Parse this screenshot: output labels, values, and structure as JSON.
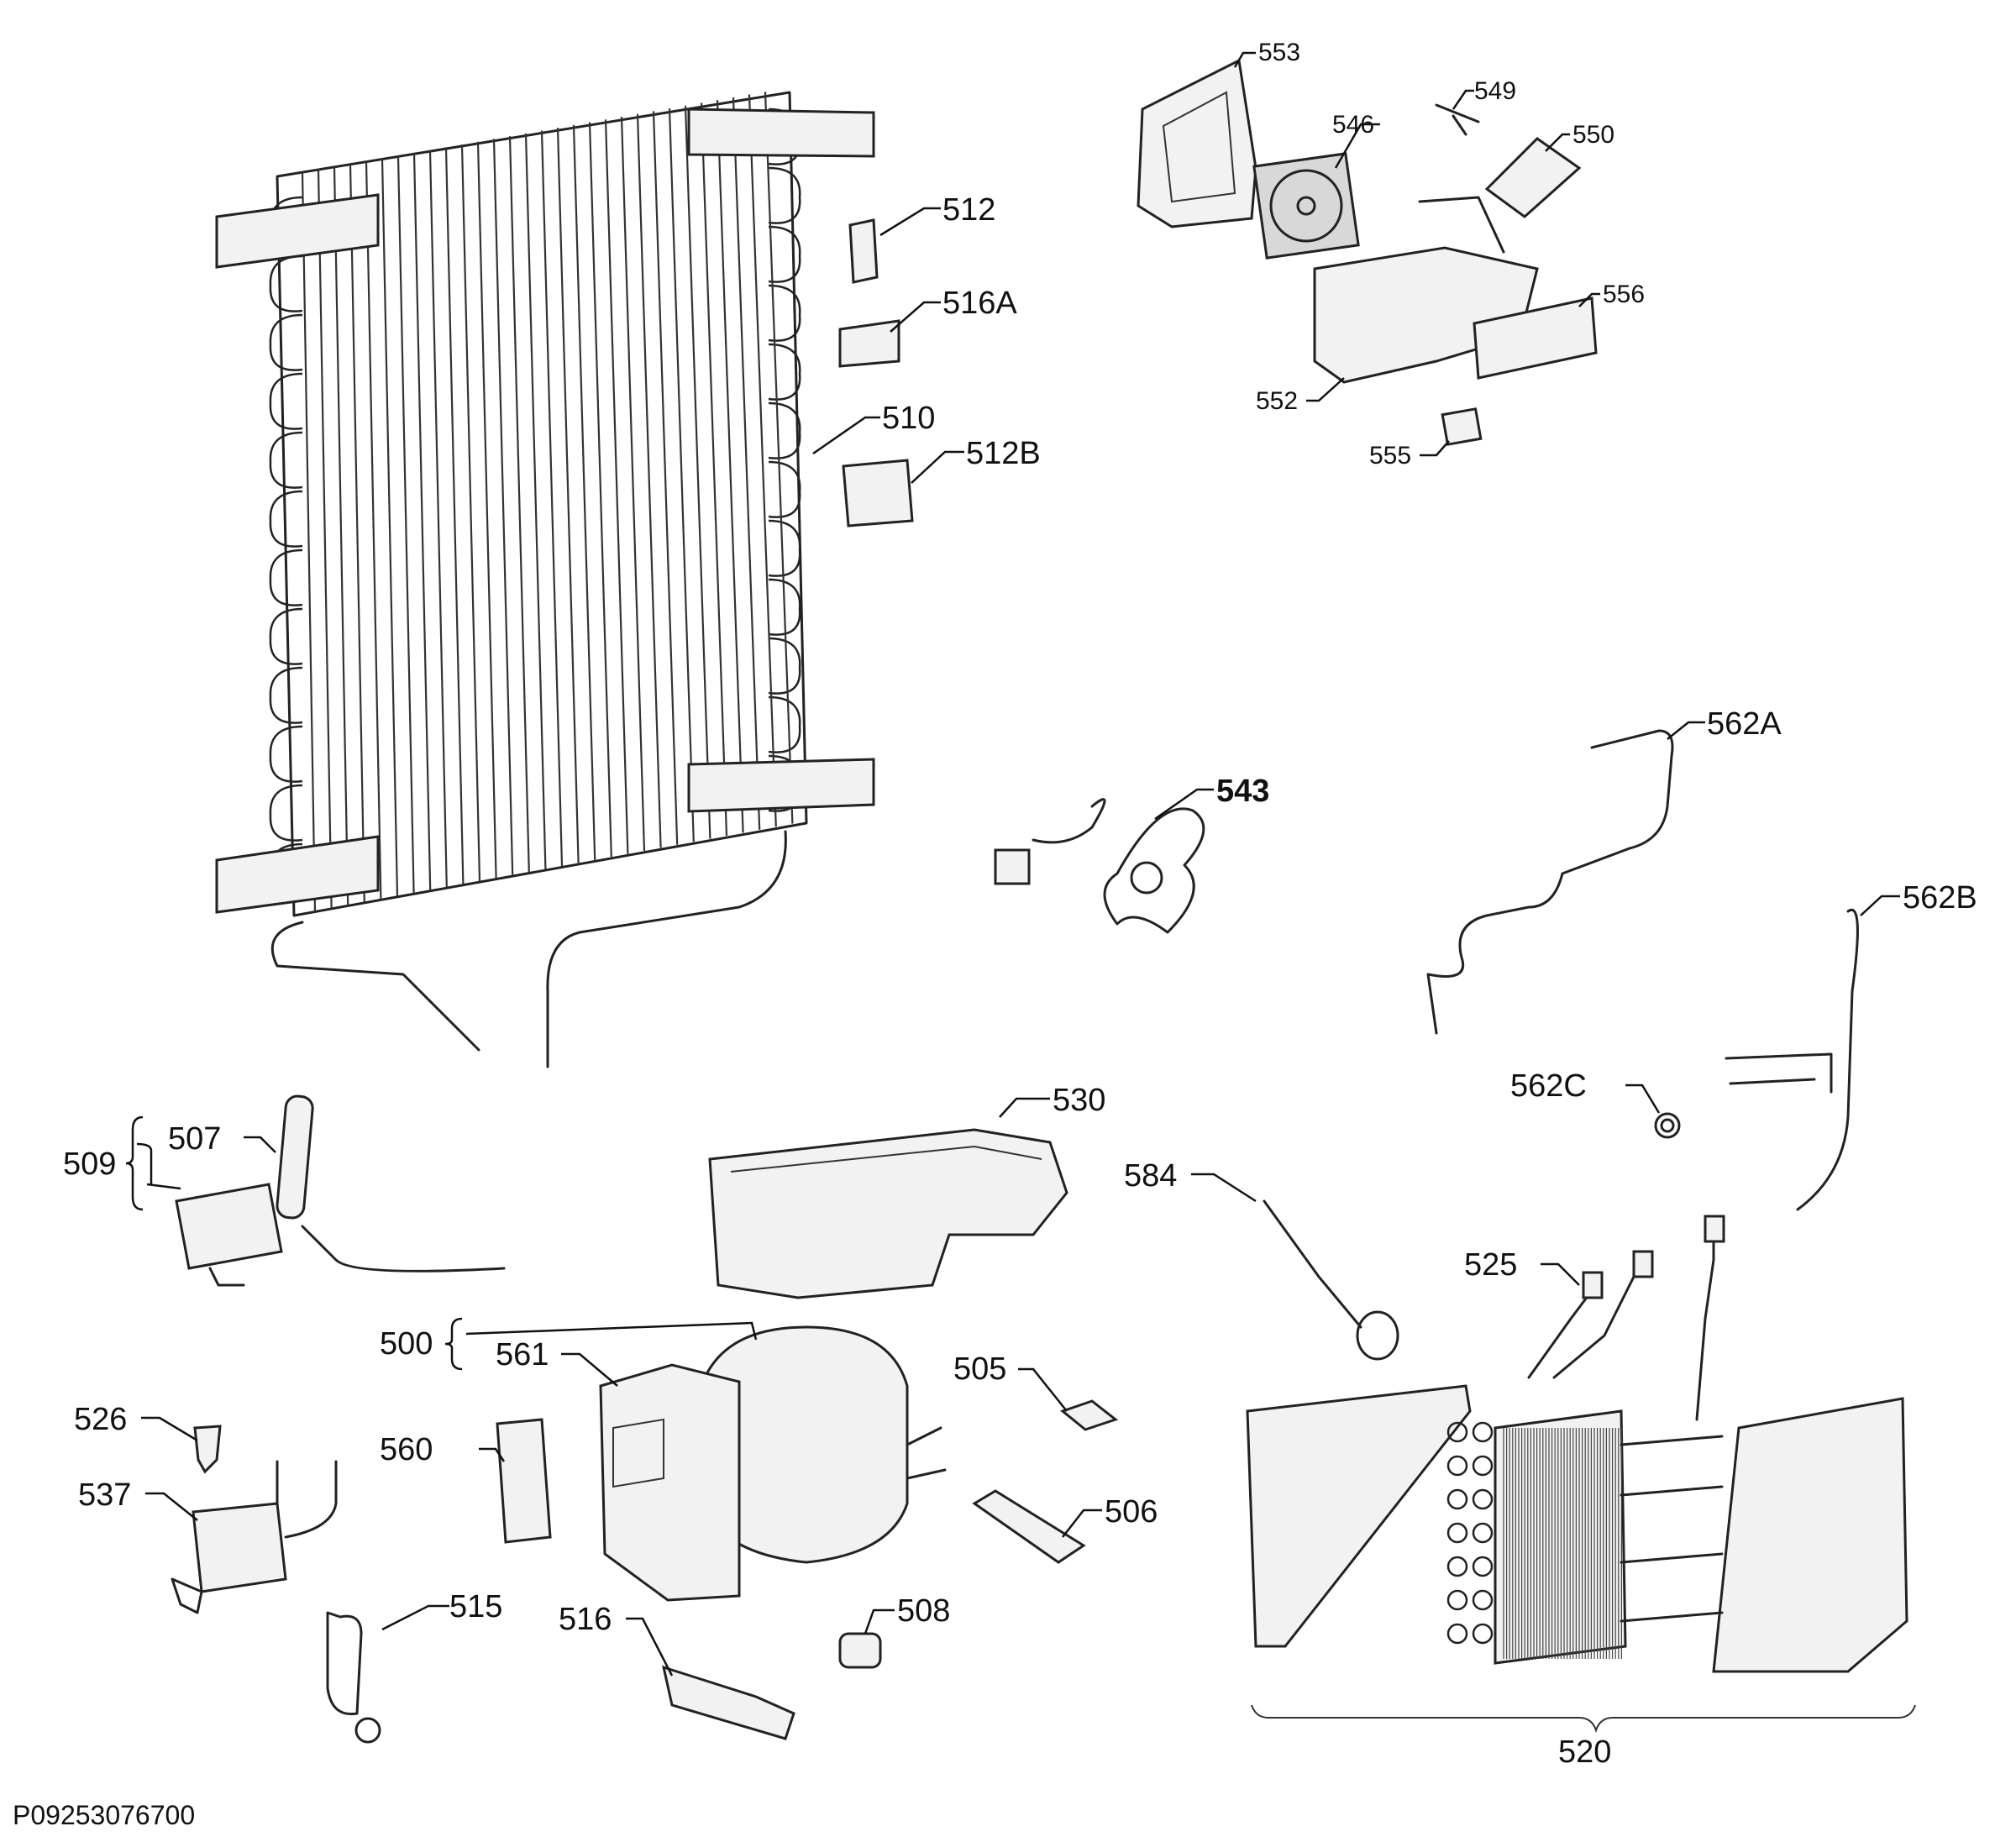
{
  "labels": {
    "p553": "553",
    "p549": "549",
    "p546": "546",
    "p550": "550",
    "p556": "556",
    "p552": "552",
    "p555": "555",
    "p512": "512",
    "p516A": "516A",
    "p510": "510",
    "p512B": "512B",
    "p543": "543",
    "p562A": "562A",
    "p562B": "562B",
    "p562C": "562C",
    "p509": "509",
    "p507": "507",
    "p530": "530",
    "p584": "584",
    "p525": "525",
    "p500": "500",
    "p561": "561",
    "p505": "505",
    "p526": "526",
    "p560": "560",
    "p537": "537",
    "p506": "506",
    "p515": "515",
    "p516": "516",
    "p508": "508",
    "p520": "520"
  },
  "document_code": "P09253076700"
}
